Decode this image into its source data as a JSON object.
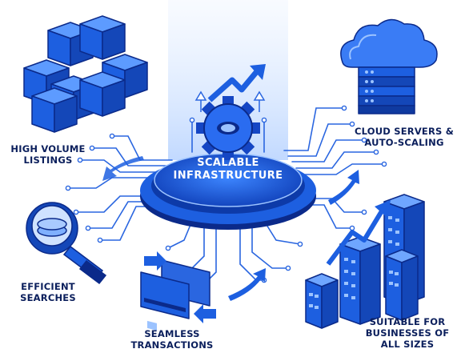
{
  "center": {
    "line1": "SCALABLE",
    "line2": "INFRASTRUCTURE"
  },
  "features": [
    {
      "id": "high-volume",
      "lines": [
        "HIGH VOLUME",
        "LISTINGS"
      ],
      "icon": "stacked-boxes-icon"
    },
    {
      "id": "cloud",
      "lines": [
        "CLOUD SERVERS &",
        "AUTO-SCALING"
      ],
      "icon": "cloud-server-icon"
    },
    {
      "id": "searches",
      "lines": [
        "EFFICIENT",
        "SEARCHES"
      ],
      "icon": "magnifier-icon"
    },
    {
      "id": "transactions",
      "lines": [
        "SEAMLESS",
        "TRANSACTIONS"
      ],
      "icon": "credit-card-icon"
    },
    {
      "id": "businesses",
      "lines": [
        "SUITABLE FOR",
        "BUSINESSES OF",
        "ALL SIZES"
      ],
      "icon": "buildings-icon"
    }
  ],
  "colors": {
    "primary": "#1d5fe0",
    "dark": "#0b2a8a",
    "light": "#7fb0ff",
    "text": "#0b1f5c"
  }
}
